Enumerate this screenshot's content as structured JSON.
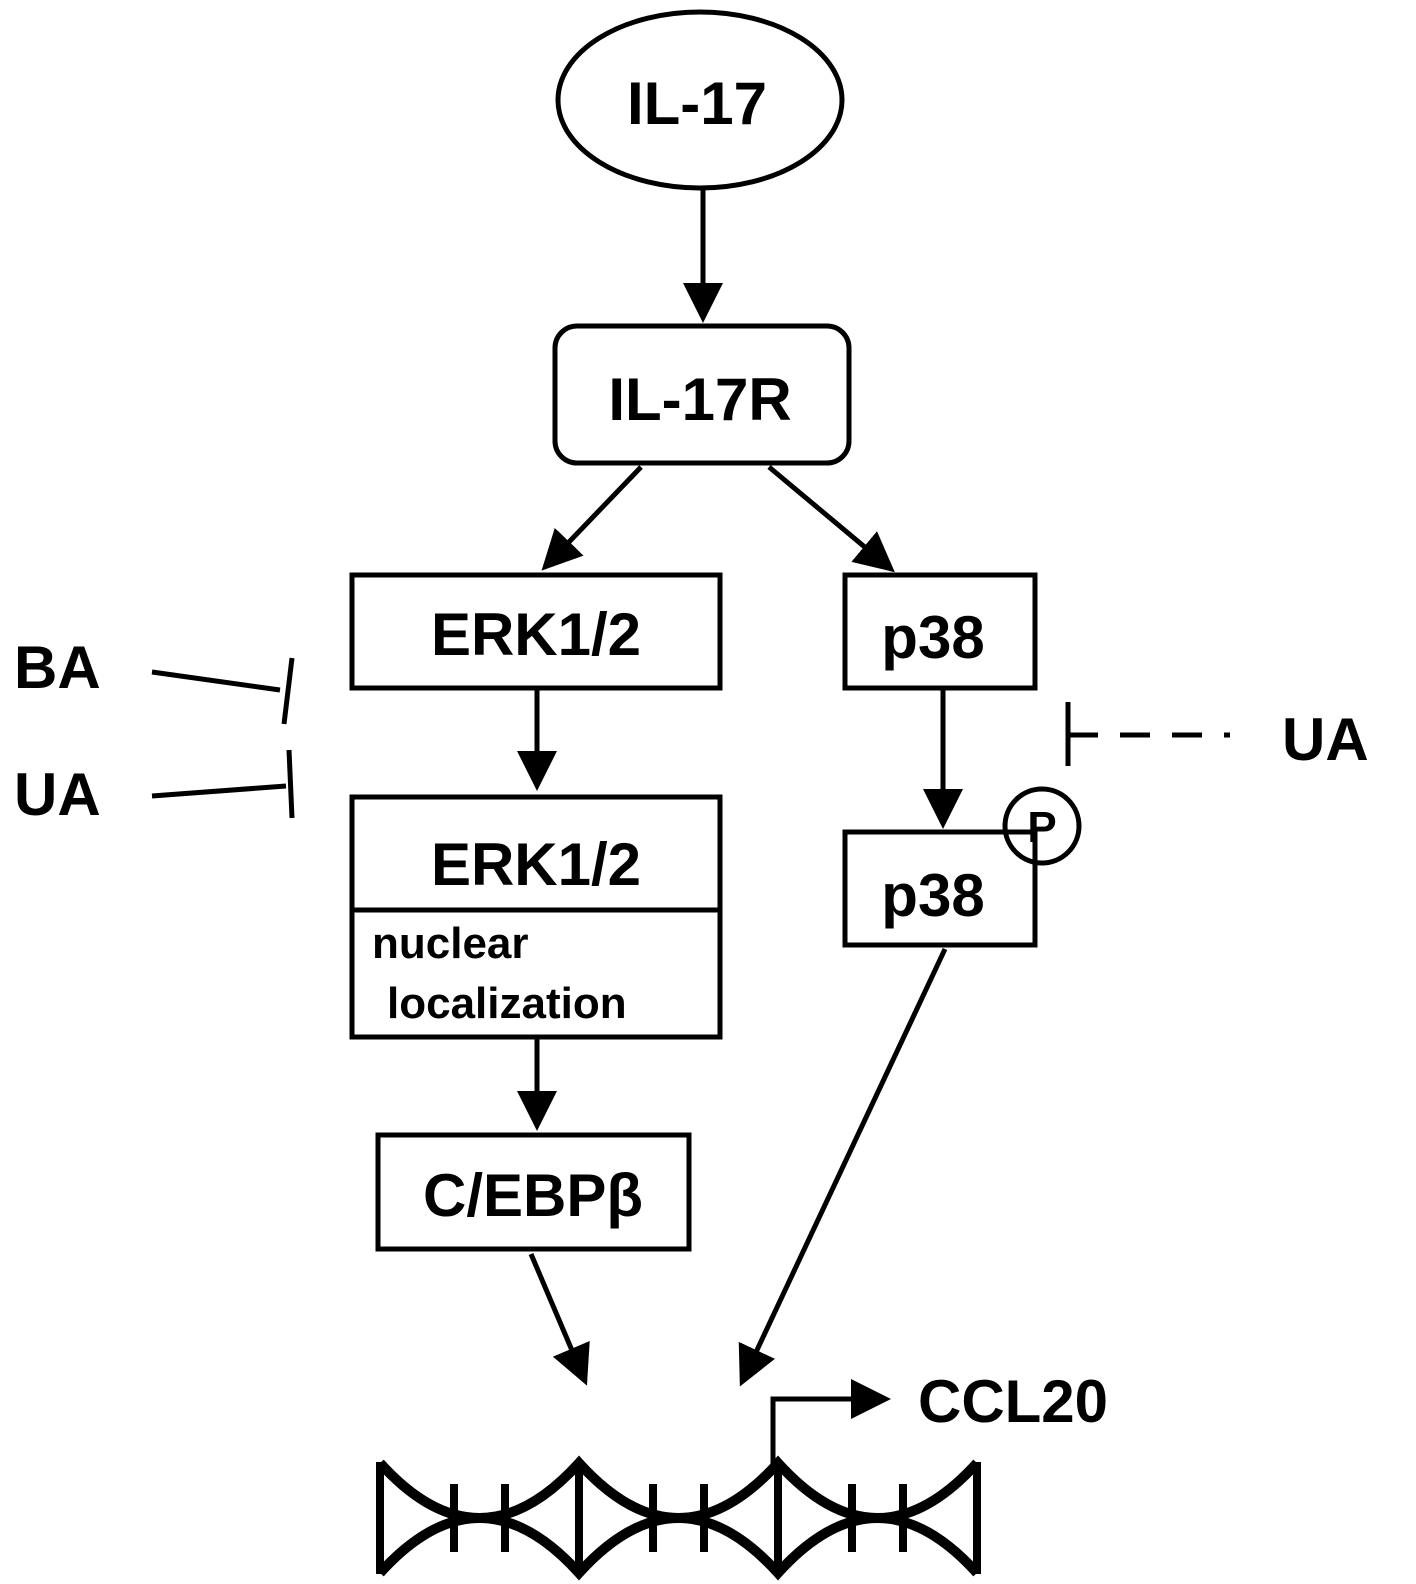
{
  "nodes": {
    "il17": "IL-17",
    "il17r": "IL-17R",
    "erk": "ERK1/2",
    "erk_nuclear_title": "ERK1/2",
    "erk_nuclear_line1": "nuclear",
    "erk_nuclear_line2": "localization",
    "p38": "p38",
    "p38_phospho": "p38",
    "phospho_mark": "P",
    "cebpb": "C/EBPβ",
    "ccl20": "CCL20"
  },
  "inhibitors": {
    "ba": "BA",
    "ua_left": "UA",
    "ua_right": "UA"
  },
  "colors": {
    "ink": "#000000",
    "background": "#ffffff"
  }
}
